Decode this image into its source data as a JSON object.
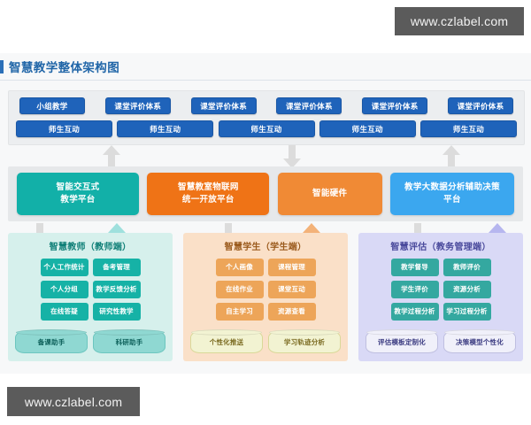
{
  "watermarks": {
    "top": "www.czlabel.com",
    "bottom": "www.czlabel.com"
  },
  "card": {
    "title": "智慧教学整体架构图",
    "accent_color": "#2166a8"
  },
  "top_band": {
    "row1": [
      {
        "label": "小组教学"
      },
      {
        "label": "课堂评价体系"
      },
      {
        "label": "课堂评价体系"
      },
      {
        "label": "课堂评价体系"
      },
      {
        "label": "课堂评价体系"
      },
      {
        "label": "课堂评价体系"
      }
    ],
    "row2": [
      {
        "label": "师生互动"
      },
      {
        "label": "师生互动"
      },
      {
        "label": "师生互动"
      },
      {
        "label": "师生互动"
      },
      {
        "label": "师生互动"
      }
    ],
    "button_color": "#1f63ba"
  },
  "platforms": [
    {
      "label": "智能交互式\n教学平台",
      "line1": "智能交互式",
      "line2": "教学平台",
      "color": "#12b0a8"
    },
    {
      "label": "智慧教室物联网\n统一开放平台",
      "line1": "智慧教室物联网",
      "line2": "统一开放平台",
      "color": "#ef7316"
    },
    {
      "label": "智能硬件",
      "line1": "智能硬件",
      "line2": "",
      "color": "#f08a35"
    },
    {
      "label": "教学大数据分析辅助决策\n平台",
      "line1": "教学大数据分析辅助决策",
      "line2": "平台",
      "color": "#3ba7ef"
    }
  ],
  "panels": [
    {
      "title": "智慧教师（教师端）",
      "chips": [
        "个人工作统计",
        "备考管理",
        "个人分组",
        "教学反馈分析",
        "在线答疑",
        "研究性教学"
      ],
      "cylinders": [
        "备课助手",
        "科研助手"
      ],
      "bg": "#d6f0ec",
      "chip_color": "#16b2a6"
    },
    {
      "title": "智慧学生（学生端）",
      "chips": [
        "个人画像",
        "课程管理",
        "在线作业",
        "课堂互动",
        "自主学习",
        "资源查看"
      ],
      "cylinders": [
        "个性化推送",
        "学习轨迹分析"
      ],
      "bg": "#fae0c8",
      "chip_color": "#eda559"
    },
    {
      "title": "智慧评估（教务管理端）",
      "chips": [
        "教学督导",
        "教师评价",
        "学生评价",
        "资源分析",
        "教学过程分析",
        "学习过程分析"
      ],
      "cylinders": [
        "评估模板定制化",
        "决策模型个性化"
      ],
      "bg": "#d9d9f6",
      "chip_color": "#34a8a0"
    }
  ],
  "arrows": {
    "upper": [
      {
        "direction": "up",
        "color": "#dcdcdc"
      },
      {
        "direction": "down",
        "color": "#dcdcdc"
      },
      {
        "direction": "up",
        "color": "#dcdcdc"
      }
    ],
    "lower": [
      {
        "direction": "down",
        "color": "#dcdcdc"
      },
      {
        "direction": "up",
        "color": "#9fe0dd"
      },
      {
        "direction": "down",
        "color": "#dcdcdc"
      },
      {
        "direction": "up",
        "color": "#f3b279"
      },
      {
        "direction": "down",
        "color": "#dcdcdc"
      },
      {
        "direction": "up",
        "color": "#b6b6ef"
      }
    ]
  }
}
